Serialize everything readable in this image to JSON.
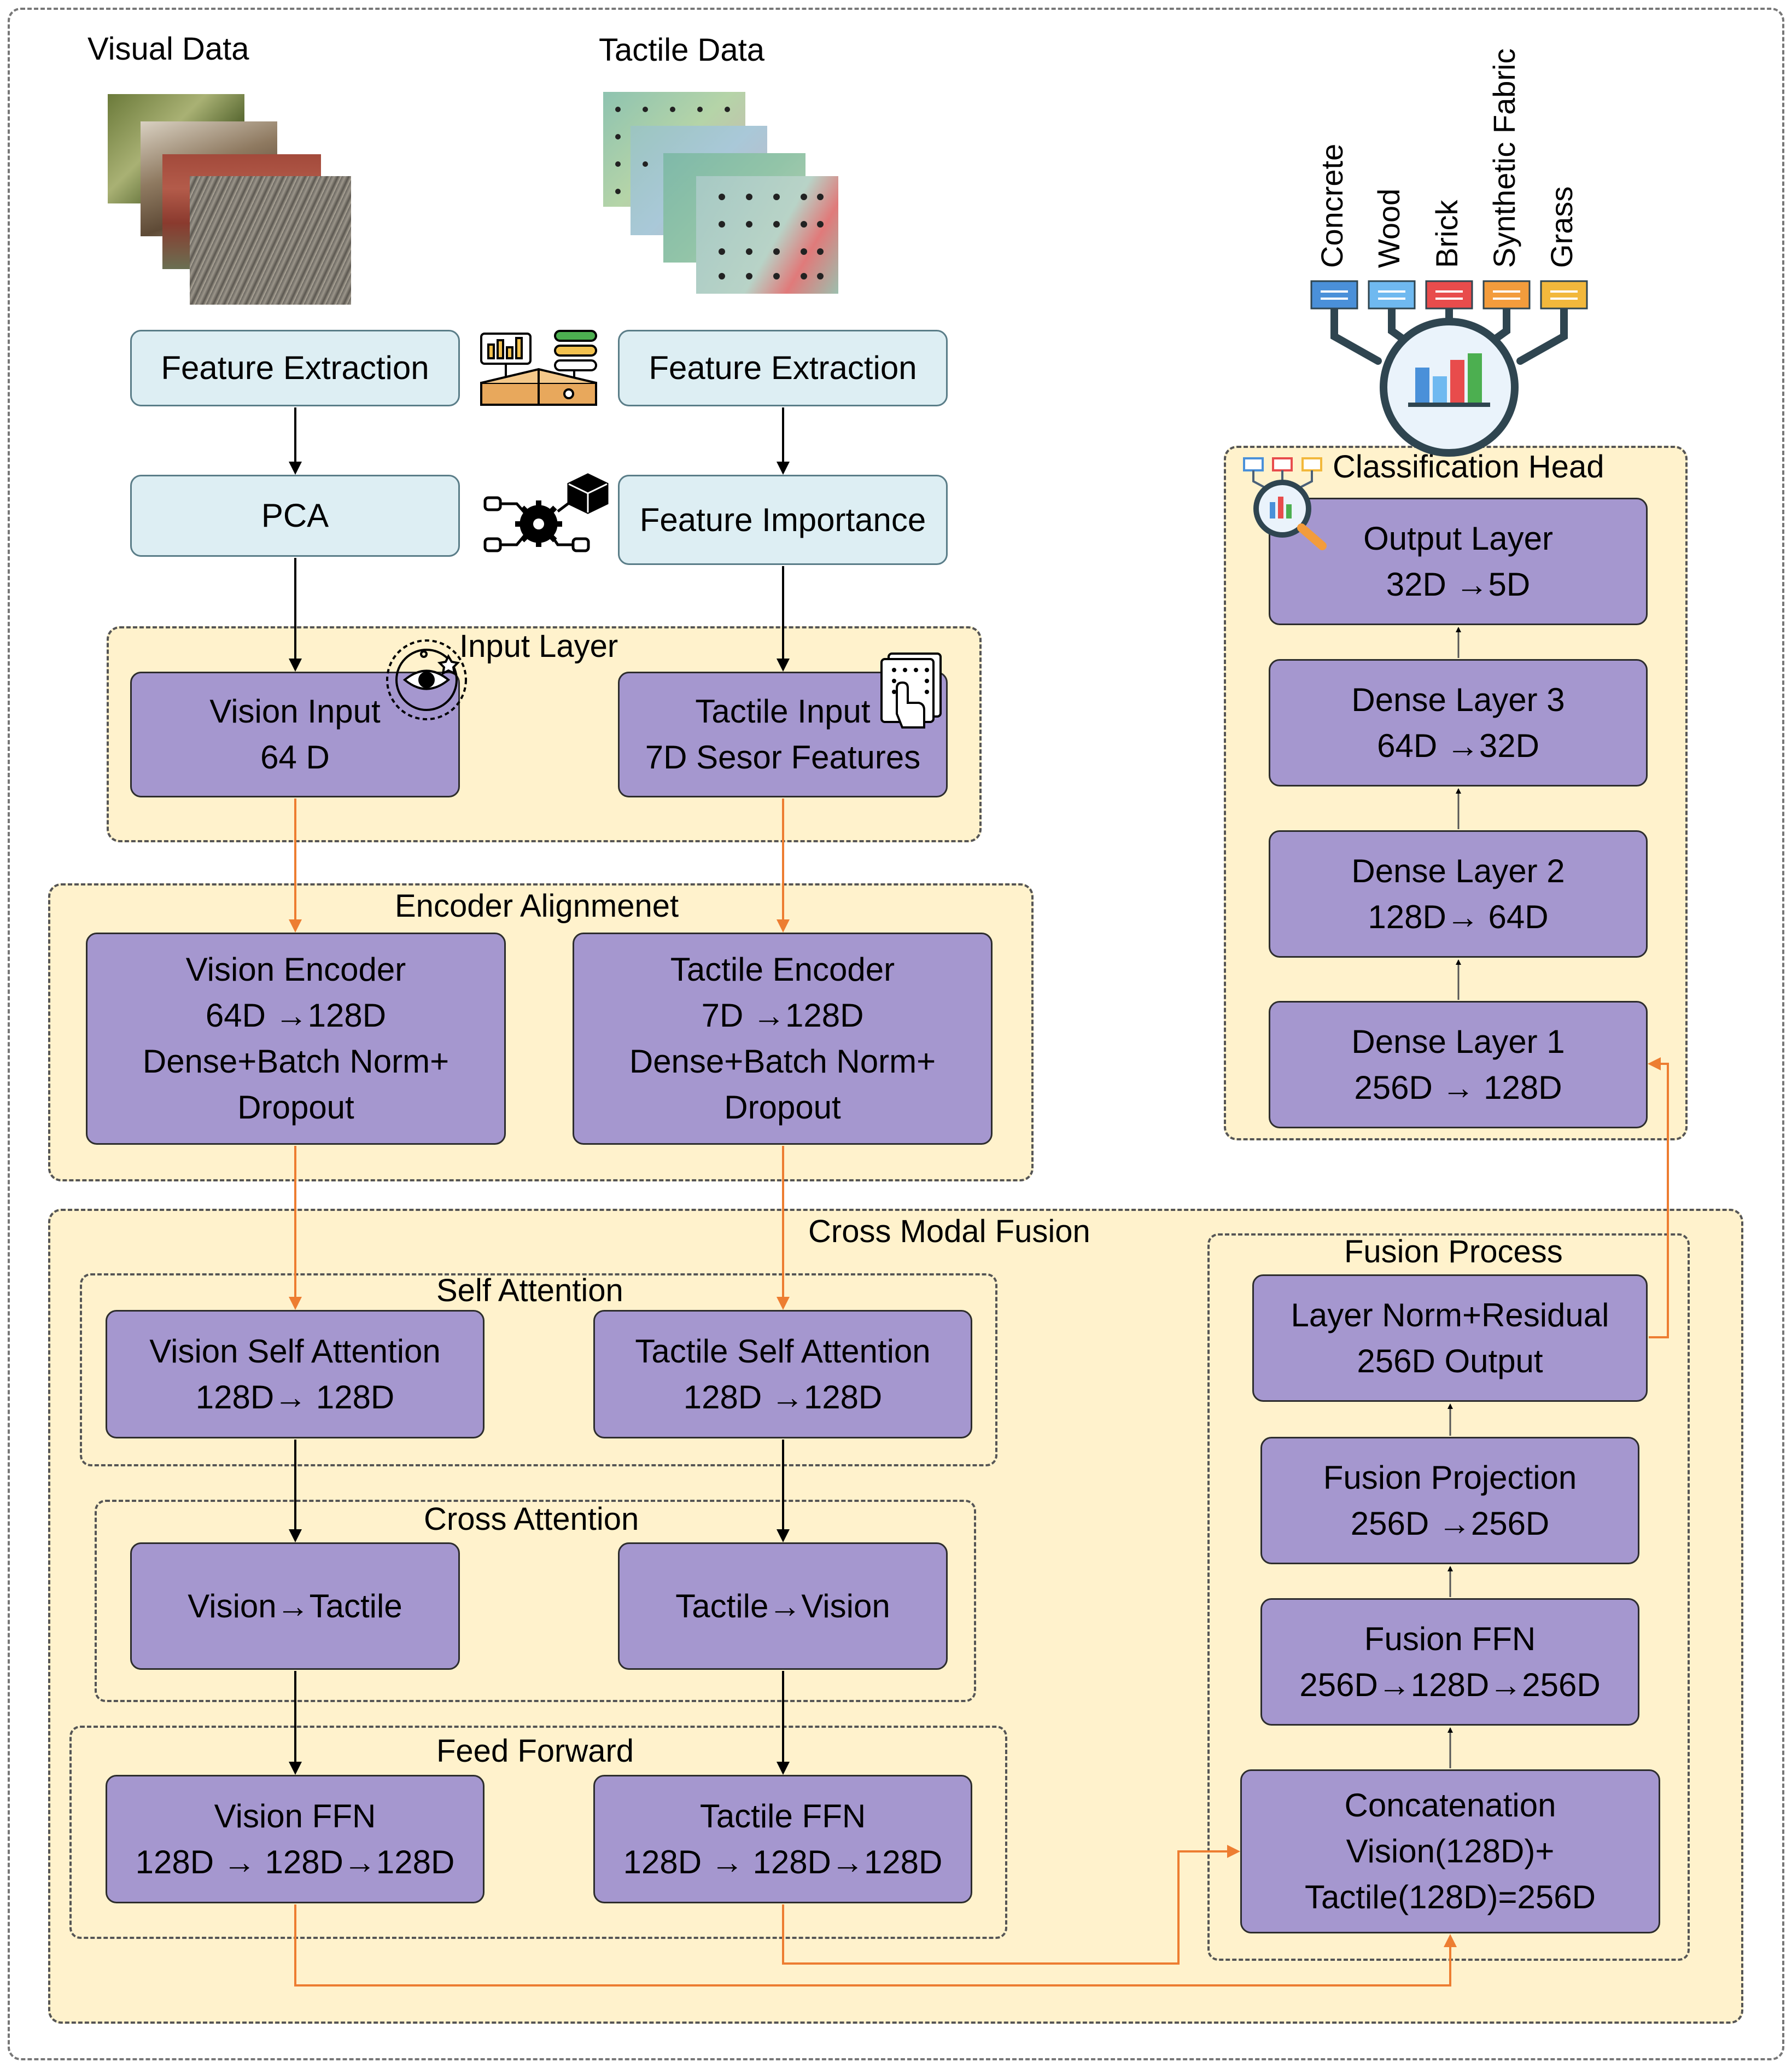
{
  "inputs": {
    "visual_title": "Visual Data",
    "tactile_title": "Tactile Data"
  },
  "preprocessing": {
    "visual_feature_extraction": "Feature Extraction",
    "tactile_feature_extraction": "Feature Extraction",
    "pca": "PCA",
    "feature_importance": "Feature Importance"
  },
  "input_layer": {
    "title": "Input Layer",
    "vision_input": [
      "Vision Input",
      "64 D"
    ],
    "tactile_input": [
      "Tactile Input",
      "7D Sesor Features"
    ]
  },
  "encoder_alignment": {
    "title": "Encoder Alignmenet",
    "vision_encoder": [
      "Vision Encoder",
      "64D →128D",
      "Dense+Batch Norm+",
      "Dropout"
    ],
    "tactile_encoder": [
      "Tactile Encoder",
      "7D →128D",
      "Dense+Batch Norm+",
      "Dropout"
    ]
  },
  "cross_modal_fusion": {
    "title": "Cross Modal Fusion",
    "self_attention": {
      "title": "Self Attention",
      "vision": [
        "Vision Self Attention",
        "128D→ 128D"
      ],
      "tactile": [
        "Tactile Self Attention",
        "128D →128D"
      ]
    },
    "cross_attention": {
      "title": "Cross Attention",
      "vision_to_tactile": "Vision→Tactile",
      "tactile_to_vision": "Tactile→Vision"
    },
    "feed_forward": {
      "title": "Feed Forward",
      "vision_ffn": [
        "Vision FFN",
        "128D → 128D→128D"
      ],
      "tactile_ffn": [
        "Tactile FFN",
        "128D → 128D→128D"
      ]
    },
    "fusion_process": {
      "title": "Fusion Process",
      "concatenation": [
        "Concatenation",
        "Vision(128D)+",
        "Tactile(128D)=256D"
      ],
      "fusion_ffn": [
        "Fusion FFN",
        "256D→128D→256D"
      ],
      "fusion_projection": [
        "Fusion Projection",
        "256D →256D"
      ],
      "layer_norm": [
        "Layer Norm+Residual",
        "256D Output"
      ]
    }
  },
  "classification_head": {
    "title": "Classification Head",
    "dense1": [
      "Dense Layer 1",
      "256D → 128D"
    ],
    "dense2": [
      "Dense Layer 2",
      "128D→ 64D"
    ],
    "dense3": [
      "Dense Layer 3",
      "64D →32D"
    ],
    "output": [
      "Output Layer",
      "32D →5D"
    ]
  },
  "classes": [
    "Concrete",
    "Wood",
    "Brick",
    "Synthetic Fabric",
    "Grass"
  ],
  "colors": {
    "group_fill": "#fff2cc",
    "purple_box": "#a597cf",
    "blue_box": "#ddeef3",
    "orange_arrow": "#ed7d31",
    "class_colors": [
      "#4a90d9",
      "#6fb9f0",
      "#e84c4c",
      "#f39c3c",
      "#f2b83c"
    ]
  },
  "icons": [
    "feature-extraction-icon",
    "gear-network-icon",
    "eye-target-icon",
    "touch-grid-icon",
    "chart-circle-icon",
    "magnifier-chart-icon"
  ]
}
